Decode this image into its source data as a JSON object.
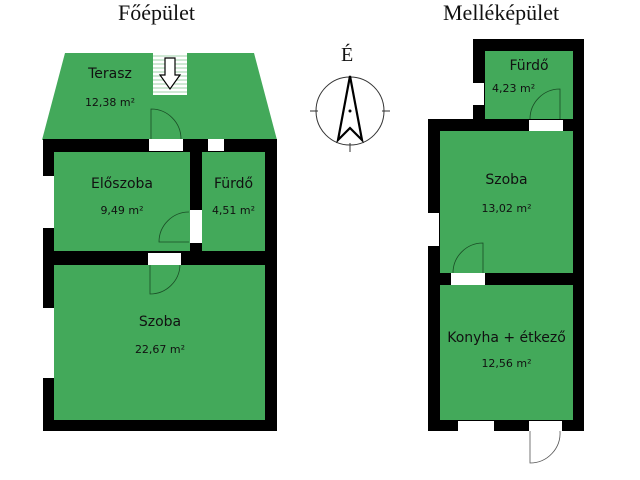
{
  "main_building": {
    "title": "Főépület",
    "rooms": [
      {
        "name": "Terasz",
        "area": "12,38 m²"
      },
      {
        "name": "Előszoba",
        "area": "9,49 m²"
      },
      {
        "name": "Fürdő",
        "area": "4,51 m²"
      },
      {
        "name": "Szoba",
        "area": "22,67 m²"
      }
    ]
  },
  "annex_building": {
    "title": "Melléképület",
    "rooms": [
      {
        "name": "Fürdő",
        "area": "4,23 m²"
      },
      {
        "name": "Szoba",
        "area": "13,02 m²"
      },
      {
        "name": "Konyha + étkező",
        "area": "12,56 m²"
      }
    ]
  },
  "compass": {
    "label": "É"
  },
  "colors": {
    "room_fill": "#43a95a",
    "wall": "#000000",
    "window": "#ffffff"
  }
}
